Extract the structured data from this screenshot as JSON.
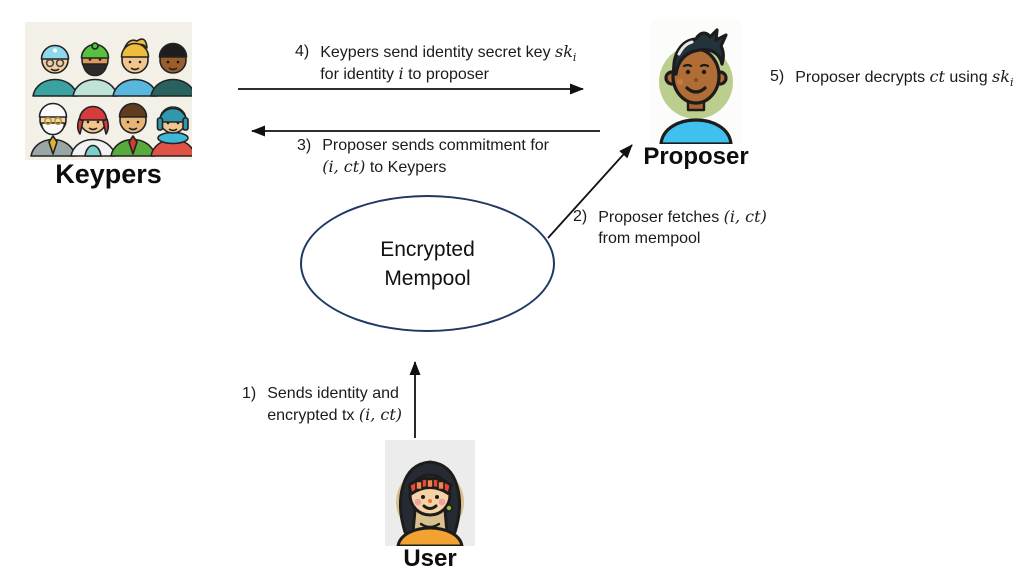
{
  "entities": {
    "keypers": {
      "label": "Keypers"
    },
    "proposer": {
      "label": "Proposer"
    },
    "user": {
      "label": "User"
    },
    "mempool": {
      "line1": "Encrypted",
      "line2": "Mempool"
    }
  },
  "steps": {
    "step1": {
      "number": "1)",
      "line1": "Sends identity and",
      "line2_pre": "encrypted tx ",
      "line2_math": "(i, ct)"
    },
    "step2": {
      "number": "2)",
      "line1_pre": "Proposer fetches ",
      "line1_math": "(i, ct)",
      "line2": "from mempool"
    },
    "step3": {
      "number": "3)",
      "line1": "Proposer sends commitment for",
      "line2_math": "(i, ct)",
      "line2_post": " to Keypers"
    },
    "step4": {
      "number": "4)",
      "line1_pre": "Keypers send identity secret key ",
      "line1_math": "sk",
      "line1_sub": "i",
      "line2_pre": "for identity ",
      "line2_math": "i",
      "line2_post": " to proposer"
    },
    "step5": {
      "number": "5)",
      "pre": "Proposer decrypts ",
      "math1": "ct",
      "mid": " using ",
      "math2": "sk",
      "sub": "i"
    }
  },
  "colors": {
    "background": "#ffffff",
    "ellipse_stroke": "#203864",
    "arrow": "#111111",
    "text": "#1b1b1b"
  },
  "icons": {
    "keypers_illustration": "group-of-eight-diverse-people",
    "proposer_avatar": "young-man-blue-shirt-green-circle",
    "user_avatar": "woman-red-headband-orange-shirt"
  }
}
